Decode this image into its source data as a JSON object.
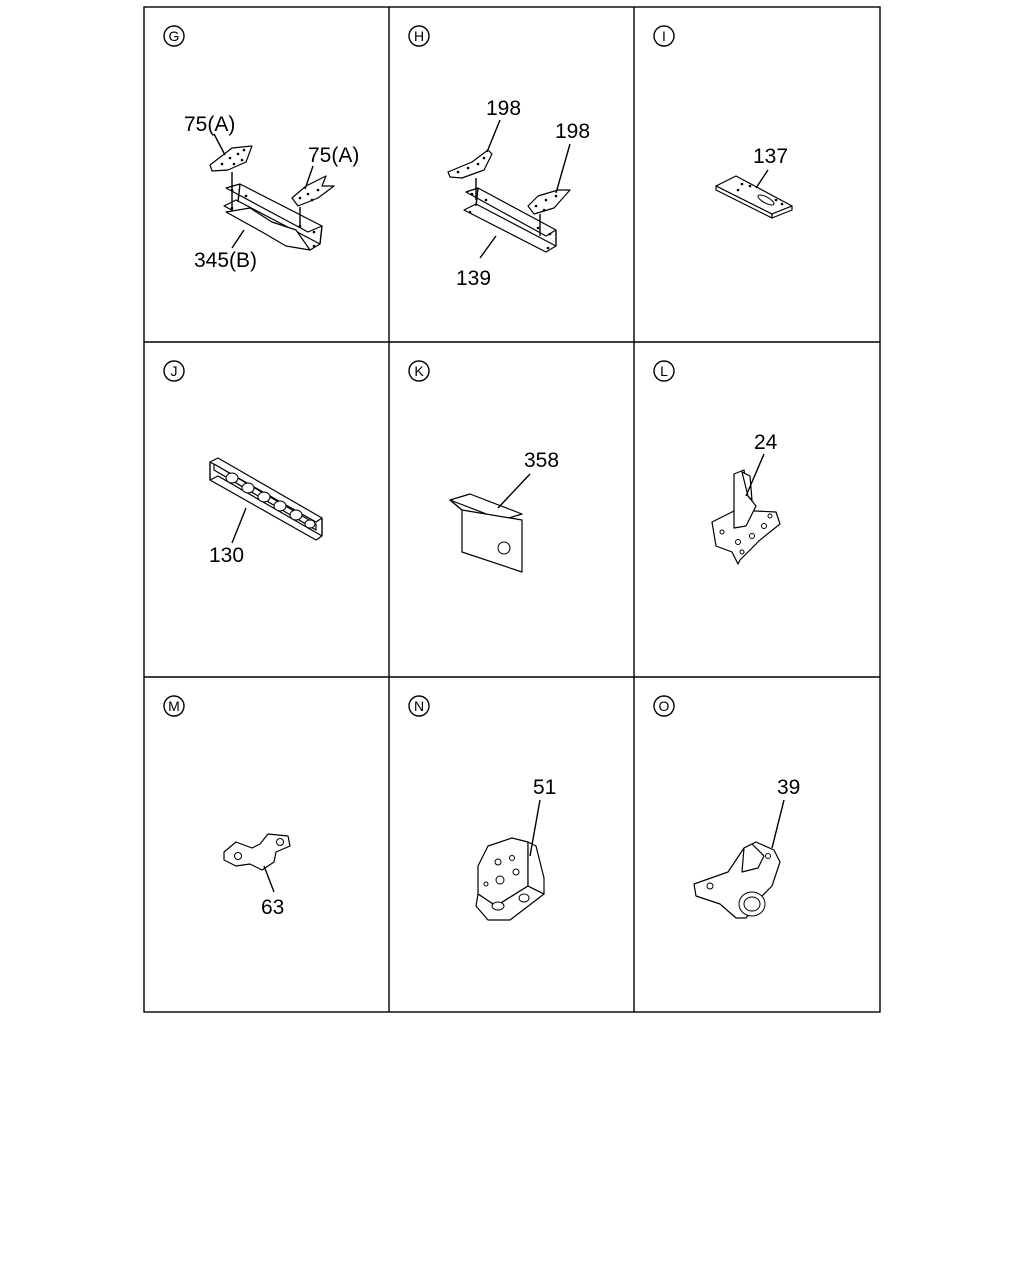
{
  "panels": [
    {
      "id": "G",
      "labels": [
        "75(A)",
        "75(A)",
        "345(B)"
      ]
    },
    {
      "id": "H",
      "labels": [
        "198",
        "198",
        "139"
      ]
    },
    {
      "id": "I",
      "labels": [
        "137"
      ]
    },
    {
      "id": "J",
      "labels": [
        "130"
      ]
    },
    {
      "id": "K",
      "labels": [
        "358"
      ]
    },
    {
      "id": "L",
      "labels": [
        "24"
      ]
    },
    {
      "id": "M",
      "labels": [
        "63"
      ]
    },
    {
      "id": "N",
      "labels": [
        "51"
      ]
    },
    {
      "id": "O",
      "labels": [
        "39"
      ]
    }
  ]
}
